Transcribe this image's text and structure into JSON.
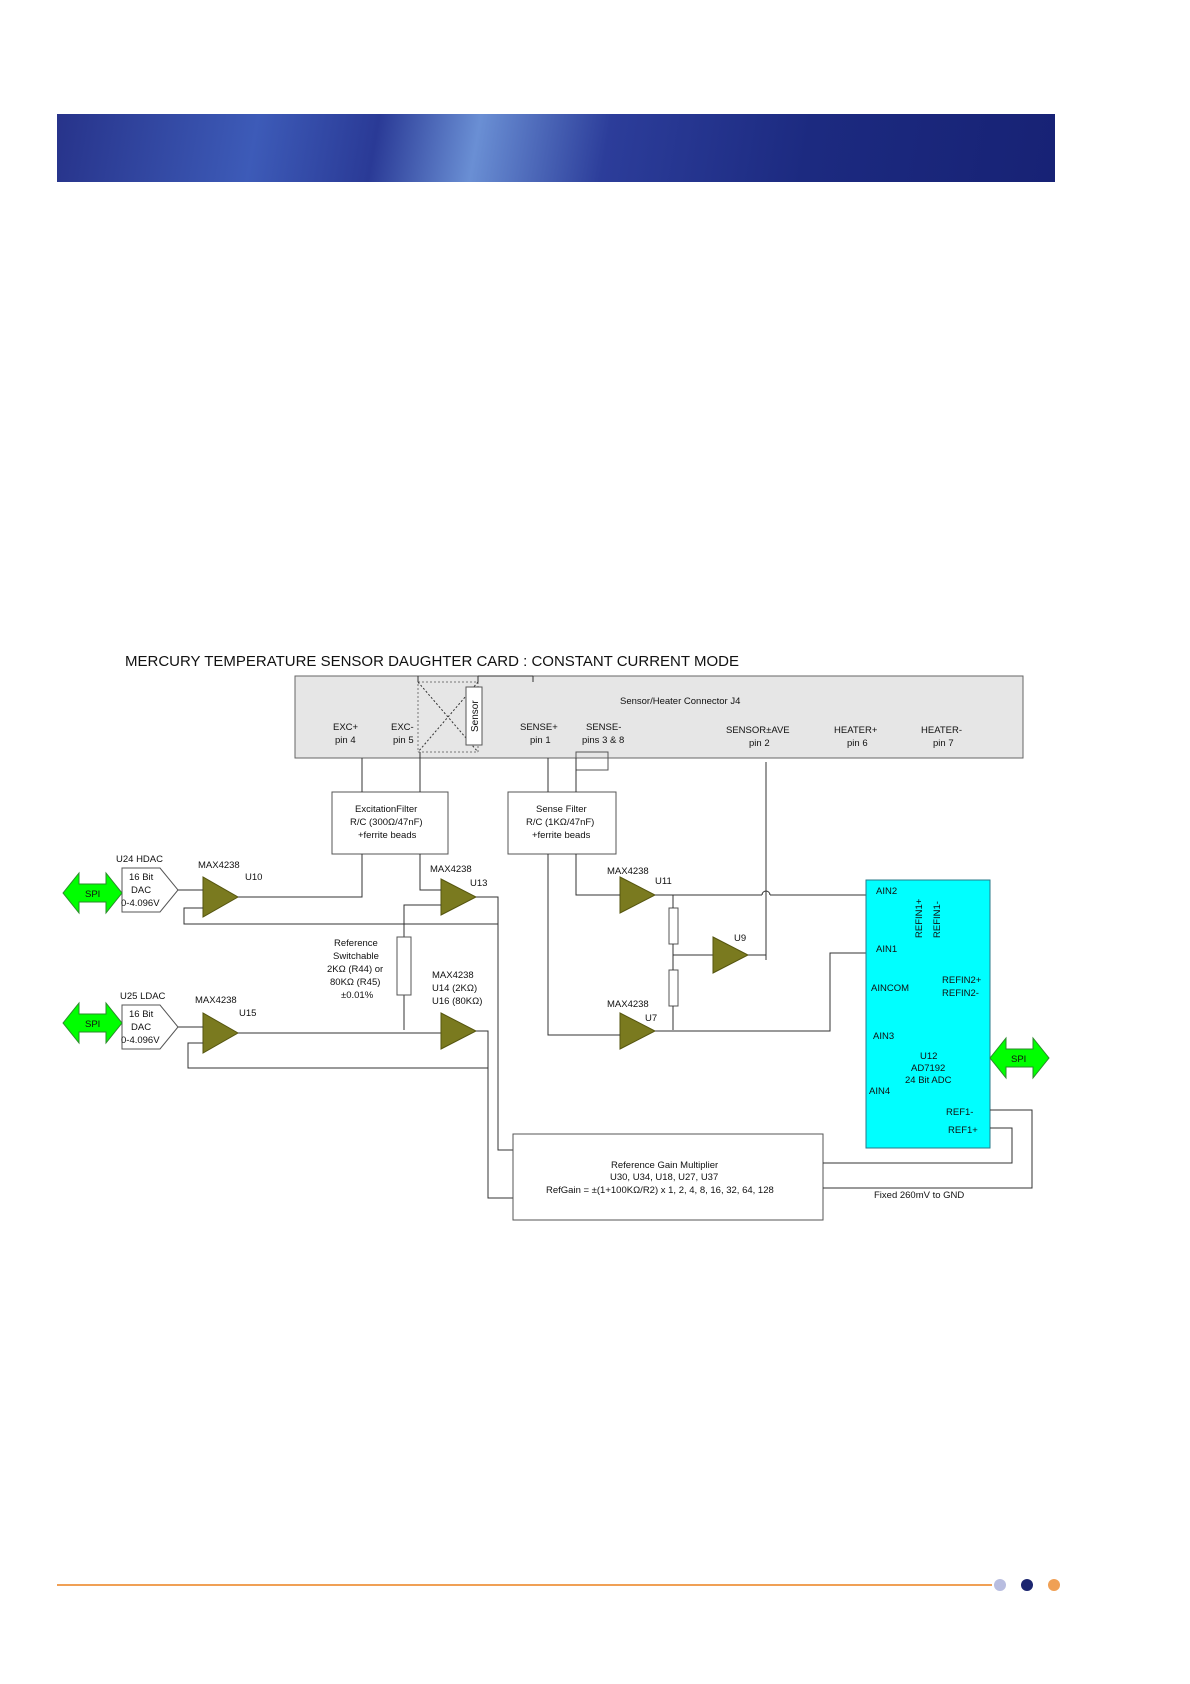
{
  "diagram": {
    "title": "MERCURY TEMPERATURE SENSOR DAUGHTER CARD : CONSTANT CURRENT MODE",
    "connector": {
      "label": "Sensor/Heater Connector J4",
      "sensor_label": "Sensor",
      "pins": [
        {
          "name": "EXC+",
          "pin": "pin 4"
        },
        {
          "name": "EXC-",
          "pin": "pin 5"
        },
        {
          "name": "SENSE+",
          "pin": "pin 1"
        },
        {
          "name": "SENSE-",
          "pin": "pins 3 & 8"
        },
        {
          "name": "SENSOR±AVE",
          "pin": "pin 2"
        },
        {
          "name": "HEATER+",
          "pin": "pin 6"
        },
        {
          "name": "HEATER-",
          "pin": "pin 7"
        }
      ]
    },
    "excitation_filter": [
      "ExcitationFilter",
      "R/C (300Ω/47nF)",
      "+ferrite beads"
    ],
    "sense_filter": [
      "Sense Filter",
      "R/C (1KΩ/47nF)",
      "+ferrite beads"
    ],
    "hdac": {
      "label": "U24 HDAC",
      "lines": [
        "16 Bit",
        "DAC",
        "0-4.096V"
      ]
    },
    "ldac": {
      "label": "U25 LDAC",
      "lines": [
        "16 Bit",
        "DAC",
        "0-4.096V"
      ]
    },
    "spi_label": "SPI",
    "amps": {
      "u10": {
        "part": "MAX4238",
        "ref": "U10"
      },
      "u13": {
        "part": "MAX4238",
        "ref": "U13"
      },
      "u11": {
        "part": "MAX4238",
        "ref": "U11"
      },
      "u9": {
        "ref": "U9"
      },
      "u15": {
        "part": "MAX4238",
        "ref": "U15"
      },
      "u14": {
        "lines": [
          "MAX4238",
          "U14 (2KΩ)",
          "U16 (80KΩ)"
        ]
      },
      "u7": {
        "part": "MAX4238",
        "ref": "U7"
      }
    },
    "reference_resistor": [
      "Reference",
      "Switchable",
      "2KΩ (R44) or",
      "80KΩ (R45)",
      "±0.01%"
    ],
    "adc": {
      "pins": [
        "AIN2",
        "AIN1",
        "AINCOM",
        "AIN3",
        "AIN4",
        "REF1-",
        "REF1+"
      ],
      "refin1": [
        "REFIN1+",
        "REFIN1-"
      ],
      "refin2": [
        "REFIN2+",
        "REFIN2-"
      ],
      "desc": [
        "U12",
        "AD7192",
        "24 Bit ADC"
      ],
      "color": "#00ffff"
    },
    "gain_multiplier": [
      "Reference Gain Multiplier",
      "U30, U34, U18, U27, U37",
      "RefGain = ±(1+100KΩ/R2) x 1, 2, 4, 8, 16, 32, 64, 128"
    ],
    "fixed_label": "Fixed 260mV to GND",
    "colors": {
      "amp": "#7a7a1f",
      "spi": "#00ff00",
      "adc": "#00ffff",
      "connector": "#e6e6e6"
    }
  },
  "footer": {
    "dot_colors": [
      "#b8bde0",
      "#1c2670",
      "#f0a055"
    ]
  }
}
